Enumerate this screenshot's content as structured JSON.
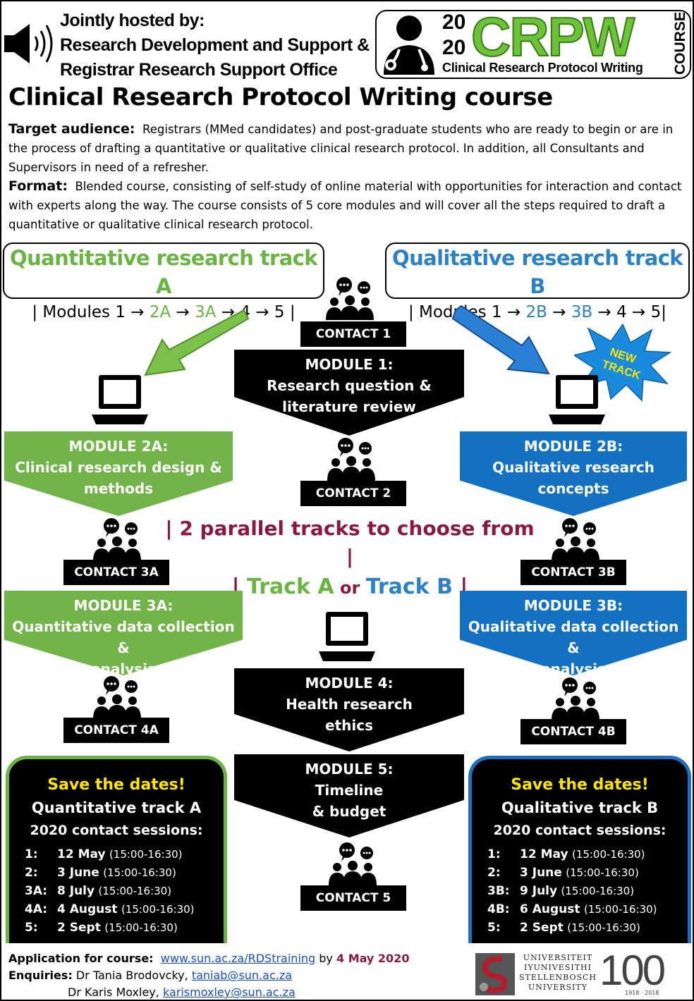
{
  "header": {
    "hosted_line1": "Jointly hosted by:",
    "hosted_line2": "Research Development and Support &",
    "hosted_line3": "Registrar Research Support Office"
  },
  "logo": {
    "year_top": "20",
    "year_bottom": "20",
    "acronym": "CRPW",
    "subtitle": "Clinical Research Protocol Writing",
    "vertical": "COURSE"
  },
  "title": "Clinical Research Protocol Writing course",
  "intro": {
    "audience_label": "Target audience:",
    "audience_text": "Registrars (MMed candidates) and post-graduate students who are ready to begin or are in the process of drafting a quantitative or qualitative clinical research protocol.  In addition, all Consultants and Supervisors in need of a refresher.",
    "format_label": "Format:",
    "format_text": "Blended course, consisting of self-study of online material with opportunities for interaction and contact with experts along the way.  The course consists of 5 core modules and will cover all the steps required to draft a quantitative or qualitative clinical research protocol."
  },
  "track_a": {
    "title": "Quantitative research track A",
    "mods_prefix": "| Modules 1 → ",
    "mod_2": "2A",
    "arrow": " → ",
    "mod_3": "3A",
    "mods_suffix": " → 4 → 5 |"
  },
  "track_b": {
    "title": "Qualitative research track B",
    "mods_prefix": "| Modules 1 → ",
    "mod_2": "2B",
    "arrow": " → ",
    "mod_3": "3B",
    "mods_suffix": " → 4 → 5|"
  },
  "new_track": {
    "line1": "NEW",
    "line2": "TRACK"
  },
  "modules": {
    "m1": {
      "title": "MODULE 1:",
      "line1": "Research question &",
      "line2": "literature review"
    },
    "m2a": {
      "title": "MODULE 2A:",
      "line1": "Clinical research design &",
      "line2": "methods"
    },
    "m2b": {
      "title": "MODULE 2B:",
      "line1": "Qualitative research",
      "line2": "concepts"
    },
    "m3a": {
      "title": "MODULE 3A:",
      "line1": "Quantitative data collection &",
      "line2": "analysis"
    },
    "m3b": {
      "title": "MODULE 3B:",
      "line1": "Qualitative data collection &",
      "line2": "analysis"
    },
    "m4": {
      "title": "MODULE 4:",
      "line1": "Health research",
      "line2": "ethics"
    },
    "m5": {
      "title": "MODULE 5:",
      "line1": "Timeline",
      "line2": "& budget"
    }
  },
  "contacts": {
    "c1": "CONTACT 1",
    "c2": "CONTACT 2",
    "c3a": "CONTACT 3A",
    "c3b": "CONTACT 3B",
    "c4a": "CONTACT 4A",
    "c4b": "CONTACT 4B",
    "c5": "CONTACT 5"
  },
  "center": {
    "line1_pipe_l": "| ",
    "line1_text": "2 parallel tracks to choose from",
    "line1_pipe_r": " |",
    "line2_pipe_l": "| ",
    "line2_a": "Track A",
    "line2_or": " or ",
    "line2_b": "Track B",
    "line2_pipe_r": " |"
  },
  "dates_a": {
    "heading": "Save the dates!",
    "track": "Quantitative  track A",
    "sessions": "2020 contact sessions:",
    "rows": [
      {
        "k": "1:",
        "d": "12 May",
        "t": "(15:00-16:30)"
      },
      {
        "k": "2:",
        "d": "3 June",
        "t": "(15:00-16:30)"
      },
      {
        "k": "3A:",
        "d": "8 July",
        "t": "(15:00-16:30)"
      },
      {
        "k": "4A:",
        "d": "4 August",
        "t": "(15:00-16:30)"
      },
      {
        "k": "5:",
        "d": "2 Sept",
        "t": "(15:00-16:30)"
      }
    ]
  },
  "dates_b": {
    "heading": "Save the dates!",
    "track": "Qualitative track B",
    "sessions": "2020 contact sessions:",
    "rows": [
      {
        "k": "1:",
        "d": "12 May",
        "t": "(15:00-16:30)"
      },
      {
        "k": "2:",
        "d": "3 June",
        "t": "(15:00-16:30)"
      },
      {
        "k": "3B:",
        "d": "9 July",
        "t": "(15:00-16:30)"
      },
      {
        "k": "4B:",
        "d": "6 August",
        "t": "(15:00-16:30)"
      },
      {
        "k": "5:",
        "d": "2 Sept",
        "t": "(15:00-16:30)"
      }
    ]
  },
  "footer": {
    "app_label": "Application for course:",
    "app_link": "www.sun.ac.za/RDStraining",
    "by": " by ",
    "deadline": "4 May 2020",
    "enq_label": "Enquiries:",
    "enq1_name": " Dr Tania Brodovcky, ",
    "enq1_email": "taniab@sun.ac.za",
    "enq2_name": "Dr Karis Moxley, ",
    "enq2_email": "karismoxley@sun.ac.za"
  },
  "su": {
    "line1": "UNIVERSITEIT",
    "line2": "IYUNIVESITHI",
    "line3": "STELLENBOSCH",
    "line4": "UNIVERSITY",
    "hundred": "100",
    "years": "1918 · 2018"
  },
  "colors": {
    "green": "#6ab444",
    "blue": "#2b80c6",
    "module_green": "#72b34a",
    "module_blue": "#1470c0",
    "dates_yellow": "#ffe600",
    "maroon": "#8a1a3c"
  }
}
